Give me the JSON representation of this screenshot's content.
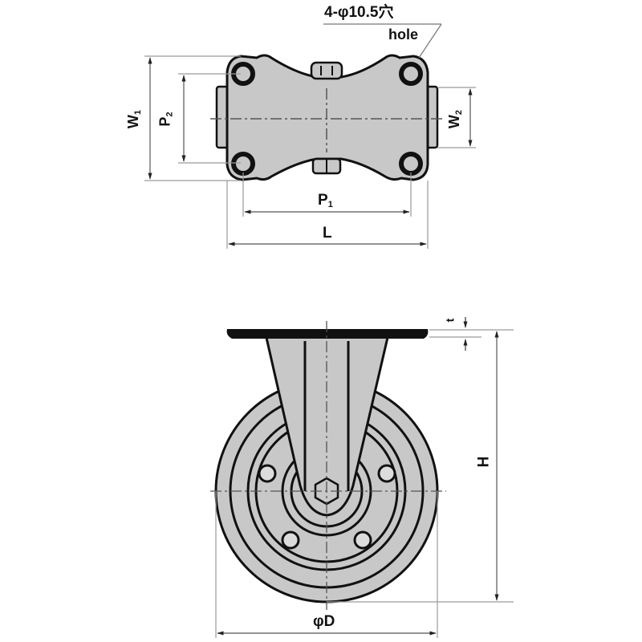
{
  "diagram": {
    "title": "Fixed caster dimension drawing",
    "colors": {
      "fill": "#c8c8c8",
      "line": "#111111",
      "dim": "#9a9a9a"
    },
    "top_view": {
      "hole_callout": {
        "line1": "4-φ10.5穴",
        "line2": "hole"
      },
      "labels": {
        "W1": {
          "main": "W",
          "sub": "1"
        },
        "P2": {
          "main": "P",
          "sub": "2"
        },
        "W2": {
          "main": "W",
          "sub": "2"
        },
        "P1": {
          "main": "P",
          "sub": "1"
        },
        "L": "L"
      }
    },
    "side_view": {
      "labels": {
        "t": "t",
        "H": "H",
        "D": "φD"
      }
    }
  }
}
